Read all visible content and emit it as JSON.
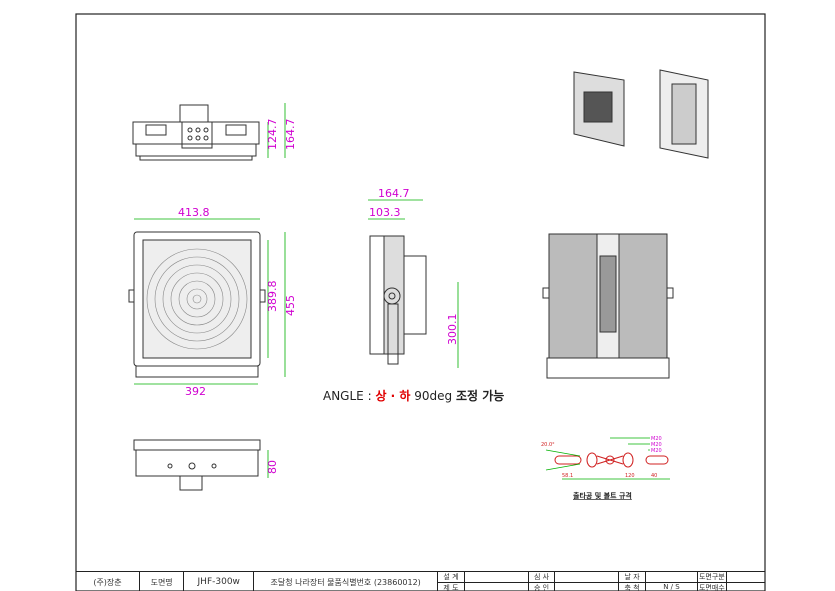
{
  "dimensions": {
    "top_height": "124.7",
    "top_total": "164.7",
    "front_width_top": "413.8",
    "front_width_bottom": "392",
    "front_inner_height": "389.8",
    "front_height": "455",
    "side_depth_total": "164.7",
    "side_depth": "103.3",
    "side_bracket_height": "300.1",
    "bottom_height": "80"
  },
  "angle_note": {
    "prefix": "ANGLE :",
    "direction": "상 · 하",
    "value": "90deg",
    "suffix": "조정 가능"
  },
  "bolt_spec": {
    "title": "출타공 및 볼트 규격",
    "angle": "20.0°",
    "dims": [
      "58.1",
      "120",
      "40"
    ],
    "bolts": [
      "M20",
      "M20",
      "M20"
    ]
  },
  "title_block": {
    "company": "(주)장춘",
    "drawing_name_label": "도면명",
    "drawing_name": "JHF-300w",
    "procurement": "조달청 나라장터 물품식별번호 (23860012)",
    "design_label": "설 계",
    "draft_label": "제 도",
    "review_label": "심 사",
    "approve_label": "승 인",
    "date_label": "날 자",
    "scale_label": "축 척",
    "scale": "N / S",
    "category_label": "도면구분",
    "sheet_label": "도면매수"
  },
  "colors": {
    "dimension": "#d000d0",
    "dimline": "#00b000",
    "outline": "#333333",
    "bolt": "#d02020"
  }
}
